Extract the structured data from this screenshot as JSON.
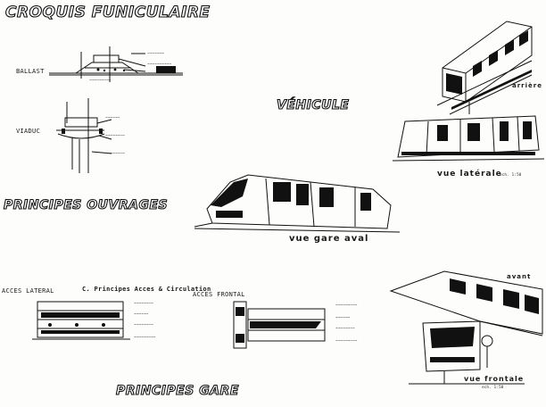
{
  "titles": {
    "main": "Croquis funiculaire",
    "vehicle": "Véhicule",
    "works": "Principes ouvrages",
    "station": "Principes gare"
  },
  "sections": {
    "ballast": "BALLAST",
    "viaduct": "VIADUC",
    "side_access": "ACCES LATERAL",
    "front_access": "ACCES FRONTAL",
    "station_sub": "C. Principes Acces & Circulation"
  },
  "views": {
    "rear": "arrière",
    "side": "vue latérale",
    "side_scale": "ech. 1:50",
    "downstream": "vue gare aval",
    "front_label": "avant",
    "front": "vue frontale",
    "front_scale": "ech. 1:50"
  }
}
